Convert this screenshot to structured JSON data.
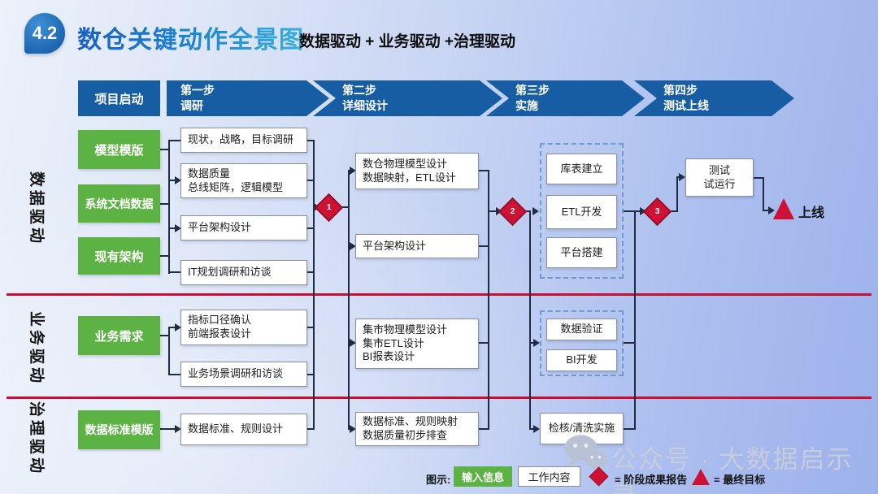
{
  "header": {
    "badge": "4.2",
    "title": "数仓关键动作全景图",
    "subtitle": "数据驱动 + 业务驱动 +治理驱动"
  },
  "pipeline": {
    "start": "项目启动",
    "steps": [
      {
        "line1": "第一步",
        "line2": "调研"
      },
      {
        "line1": "第二步",
        "line2": "详细设计"
      },
      {
        "line1": "第三步",
        "line2": "实施"
      },
      {
        "line1": "第四步",
        "line2": "测试上线"
      }
    ]
  },
  "tracks": {
    "data": "数据驱动",
    "business": "业务驱动",
    "governance": "治理驱动"
  },
  "inputs": {
    "model_template": "模型模版",
    "system_docs": "系统文档数据",
    "existing_arch": "现有架构",
    "business_req": "业务需求",
    "data_std_template": "数据标准模版"
  },
  "research": {
    "survey": "现状，战略，目标调研",
    "quality": [
      "数据质量",
      "总线矩阵，逻辑模型"
    ],
    "platform_arch": "平台架构设计",
    "it_plan": "IT规划调研和访谈",
    "metrics": [
      "指标口径确认",
      "前端报表设计"
    ],
    "biz_scene": "业务场景调研和访谈",
    "std_design": "数据标准、规则设计"
  },
  "design": {
    "dw_model": [
      "数仓物理模型设计",
      "数据映射，ETL设计"
    ],
    "platform_arch": "平台架构设计",
    "mart": [
      "集市物理模型设计",
      "集市ETL设计",
      "BI报表设计"
    ],
    "std_map": [
      "数据标准、规则映射",
      "数据质量初步排查"
    ]
  },
  "implement": {
    "db_build": "库表建立",
    "etl_dev": "ETL开发",
    "platform_setup": "平台搭建",
    "data_verify": "数据验证",
    "bi_dev": "BI开发",
    "cleanse": "检核/清洗实施"
  },
  "launch": {
    "test": [
      "测试",
      "试运行"
    ],
    "goal": "上线"
  },
  "milestones": [
    "1",
    "2",
    "3"
  ],
  "legend": {
    "prefix": "图示:",
    "input": "输入信息",
    "work": "工作内容",
    "milestone": "= 阶段成果报告",
    "goal": "= 最终目标"
  },
  "watermark": "公众号 · 大数据启示录",
  "colors": {
    "step_blue": "#175da4",
    "input_green": "#5cb242",
    "milestone_red": "#ce1235",
    "divider_red": "#c41035"
  }
}
